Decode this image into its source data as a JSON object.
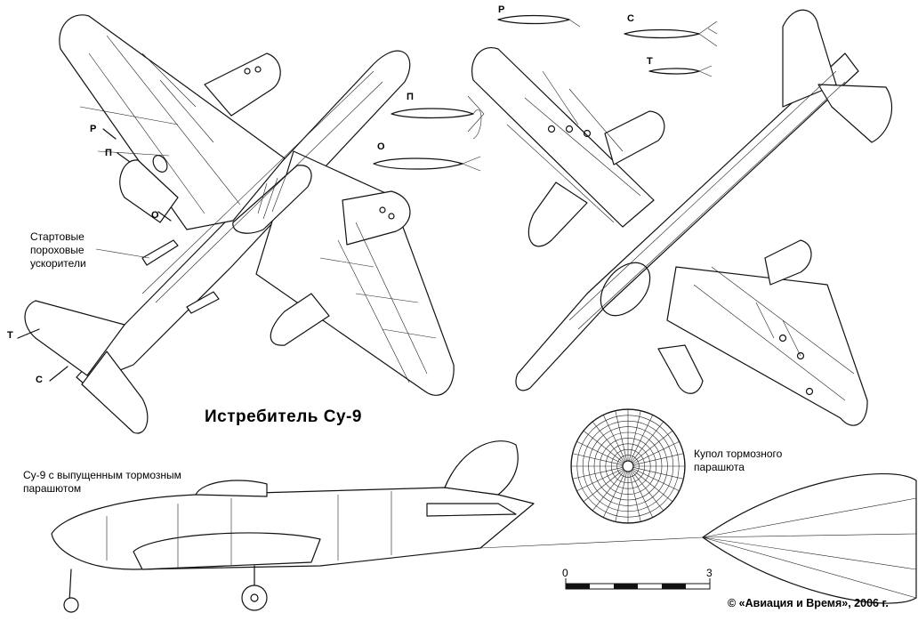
{
  "title": "Истребитель Су-9",
  "labels": {
    "boosters": [
      "Стартовые",
      "пороховые",
      "ускорители"
    ],
    "side_view": [
      "Су-9 с выпущенным тормозным",
      "парашютом"
    ],
    "canopy": [
      "Купол тормозного",
      "парашюта"
    ]
  },
  "markers": {
    "r": "Р",
    "p": "П",
    "o": "О",
    "t": "Т",
    "s": "С"
  },
  "scale": {
    "start": "0",
    "end": "3"
  },
  "copyright": "© «Авиация и Время», 2006 г."
}
